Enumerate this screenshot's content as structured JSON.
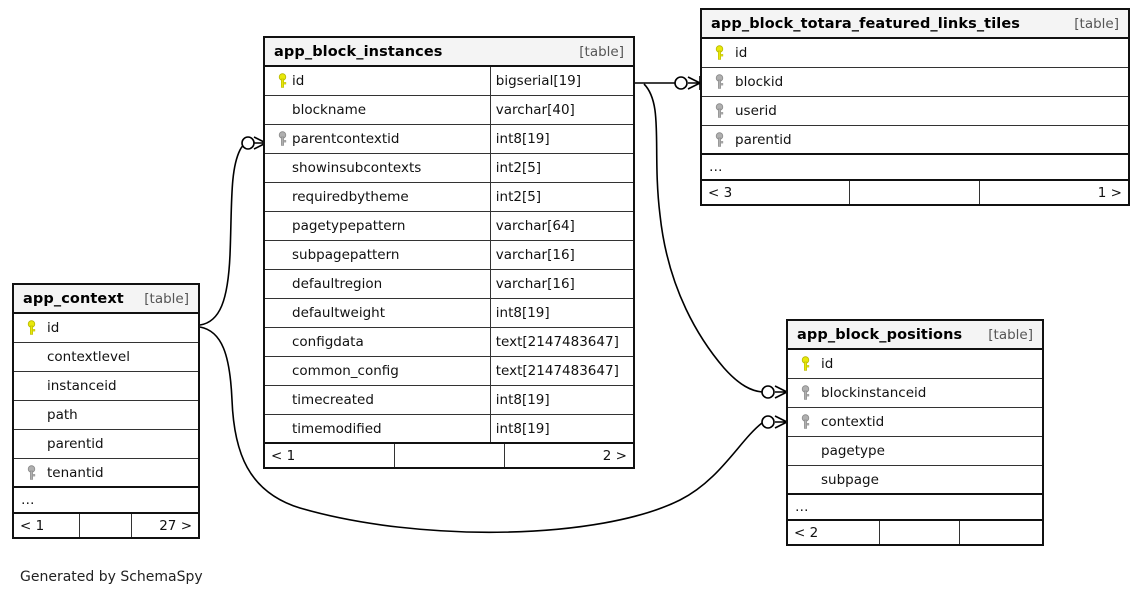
{
  "diagram": {
    "caption": "Generated by SchemaSpy",
    "table_tag": "[table]",
    "ellipsis": "…",
    "colors": {
      "primary_key_icon": "#e8e80a",
      "foreign_key_icon": "#a8a8a8",
      "table_border": "#111111",
      "header_background": "#f4f4f4",
      "edge_line": "#000000",
      "page_background": "#ffffff"
    }
  },
  "tables": {
    "app_block_instances": {
      "name": "app_block_instances",
      "tag": "[table]",
      "columns": [
        {
          "key": "primary",
          "name": "id",
          "type": "bigserial[19]"
        },
        {
          "key": "none",
          "name": "blockname",
          "type": "varchar[40]"
        },
        {
          "key": "foreign",
          "name": "parentcontextid",
          "type": "int8[19]"
        },
        {
          "key": "none",
          "name": "showinsubcontexts",
          "type": "int2[5]"
        },
        {
          "key": "none",
          "name": "requiredbytheme",
          "type": "int2[5]"
        },
        {
          "key": "none",
          "name": "pagetypepattern",
          "type": "varchar[64]"
        },
        {
          "key": "none",
          "name": "subpagepattern",
          "type": "varchar[16]"
        },
        {
          "key": "none",
          "name": "defaultregion",
          "type": "varchar[16]"
        },
        {
          "key": "none",
          "name": "defaultweight",
          "type": "int8[19]"
        },
        {
          "key": "none",
          "name": "configdata",
          "type": "text[2147483647]"
        },
        {
          "key": "none",
          "name": "common_config",
          "type": "text[2147483647]"
        },
        {
          "key": "none",
          "name": "timecreated",
          "type": "int8[19]"
        },
        {
          "key": "none",
          "name": "timemodified",
          "type": "int8[19]"
        }
      ],
      "footer": {
        "left": "< 1",
        "middle": "",
        "right": "2 >"
      }
    },
    "app_block_totara_featured_links_tiles": {
      "name": "app_block_totara_featured_links_tiles",
      "tag": "[table]",
      "columns": [
        {
          "key": "primary",
          "name": "id",
          "type": ""
        },
        {
          "key": "foreign",
          "name": "blockid",
          "type": ""
        },
        {
          "key": "foreign",
          "name": "userid",
          "type": ""
        },
        {
          "key": "foreign",
          "name": "parentid",
          "type": ""
        }
      ],
      "ellipsis": "…",
      "footer": {
        "left": "< 3",
        "middle": "",
        "right": "1 >"
      }
    },
    "app_block_positions": {
      "name": "app_block_positions",
      "tag": "[table]",
      "columns": [
        {
          "key": "primary",
          "name": "id",
          "type": ""
        },
        {
          "key": "foreign",
          "name": "blockinstanceid",
          "type": ""
        },
        {
          "key": "foreign",
          "name": "contextid",
          "type": ""
        },
        {
          "key": "none",
          "name": "pagetype",
          "type": ""
        },
        {
          "key": "none",
          "name": "subpage",
          "type": ""
        }
      ],
      "ellipsis": "…",
      "footer": {
        "left": "< 2",
        "middle": "",
        "right": ""
      }
    },
    "app_context": {
      "name": "app_context",
      "tag": "[table]",
      "columns": [
        {
          "key": "primary",
          "name": "id",
          "type": ""
        },
        {
          "key": "none",
          "name": "contextlevel",
          "type": ""
        },
        {
          "key": "none",
          "name": "instanceid",
          "type": ""
        },
        {
          "key": "none",
          "name": "path",
          "type": ""
        },
        {
          "key": "none",
          "name": "parentid",
          "type": ""
        },
        {
          "key": "foreign",
          "name": "tenantid",
          "type": ""
        }
      ],
      "ellipsis": "…",
      "footer": {
        "left": "< 1",
        "middle": "",
        "right": "27 >"
      }
    }
  },
  "relationships": [
    {
      "from_table": "app_block_instances",
      "from_column": "id",
      "to_table": "app_block_totara_featured_links_tiles",
      "to_column": "blockid"
    },
    {
      "from_table": "app_block_instances",
      "from_column": "id",
      "to_table": "app_block_positions",
      "to_column": "blockinstanceid"
    },
    {
      "from_table": "app_context",
      "from_column": "id",
      "to_table": "app_block_instances",
      "to_column": "parentcontextid"
    },
    {
      "from_table": "app_context",
      "from_column": "id",
      "to_table": "app_block_positions",
      "to_column": "contextid"
    }
  ]
}
